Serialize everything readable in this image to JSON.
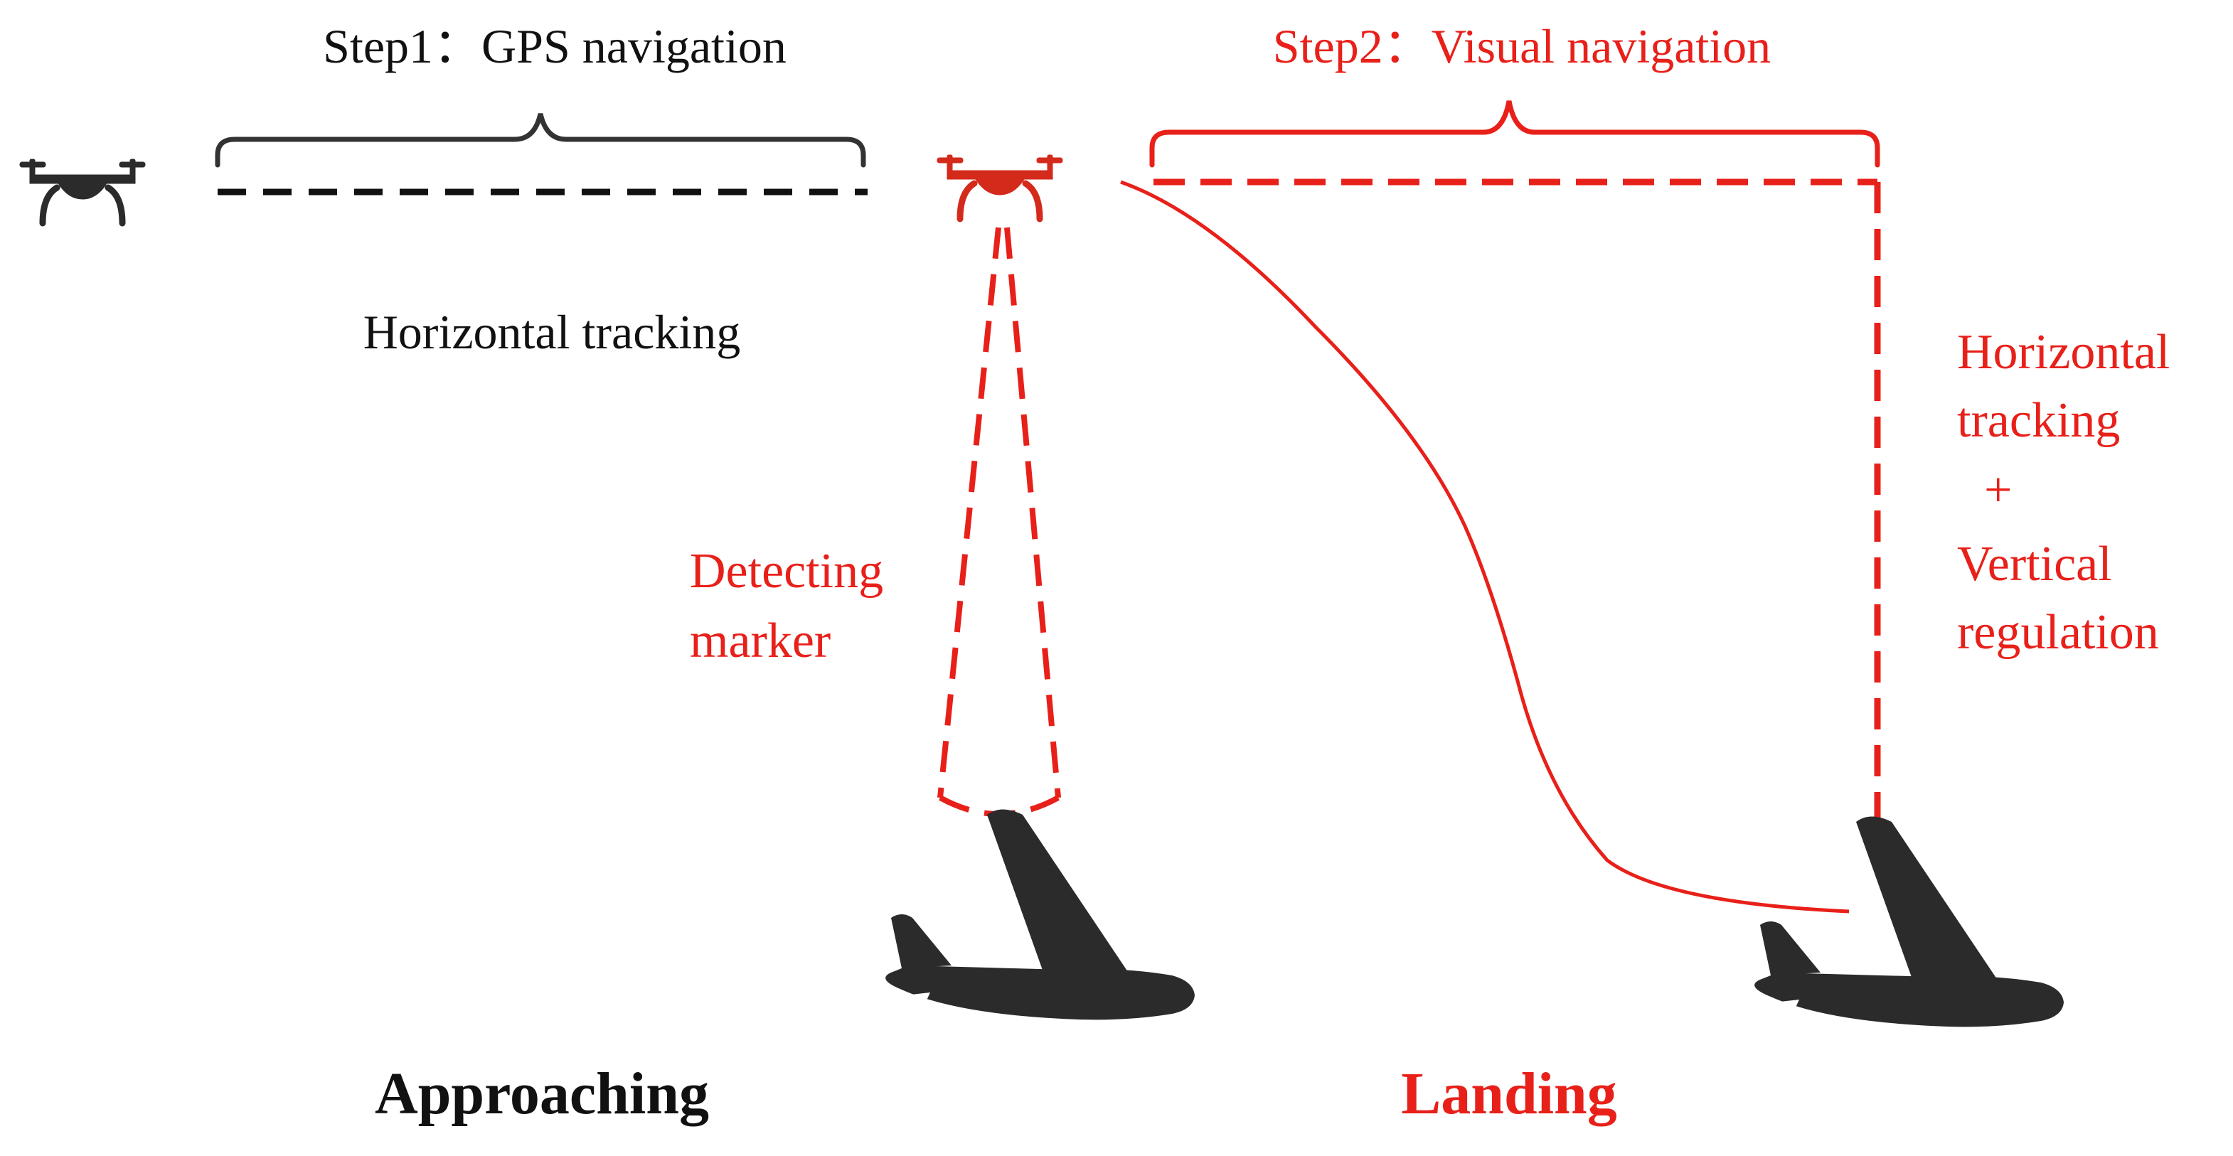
{
  "colors": {
    "black": "#2b2b2b",
    "dark_dash": "#111111",
    "red": "#e8201a",
    "red_drone": "#d42a1c"
  },
  "step1": {
    "title": "Step1：GPS navigation",
    "subtitle": "Horizontal tracking"
  },
  "step2": {
    "title": "Step2：Visual navigation",
    "detect_line1": "Detecting",
    "detect_line2": "marker",
    "right_line1": "Horizontal",
    "right_line2": "tracking",
    "right_line3": "+",
    "right_line4": "Vertical",
    "right_line5": "regulation"
  },
  "phases": {
    "approaching": "Approaching",
    "landing": "Landing"
  },
  "icons": {
    "drone_start": "drone-icon",
    "drone_active": "drone-icon",
    "aircraft_approach": "airplane-icon",
    "aircraft_landing": "airplane-icon"
  }
}
